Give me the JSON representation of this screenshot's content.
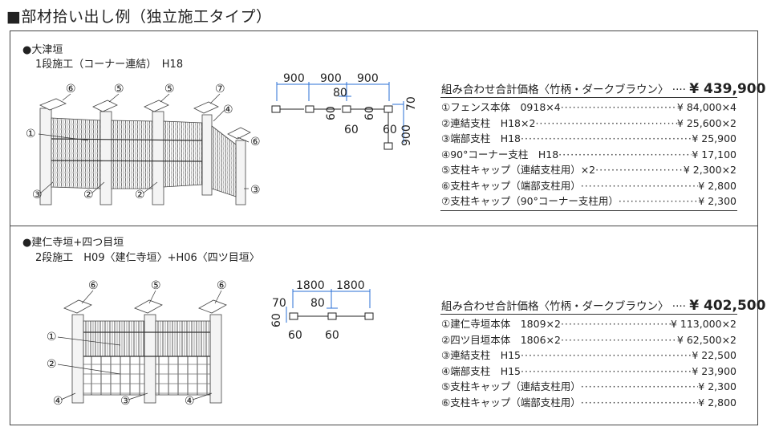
{
  "page": {
    "title": "■部材拾い出し例（独立施工タイプ）"
  },
  "section1": {
    "heading": "●大津垣",
    "subheading": "1段施工（コーナー連結）　H18",
    "callouts": [
      "⑥",
      "⑤",
      "⑤",
      "⑦",
      "④",
      "①",
      "⑥",
      "③",
      "②",
      "②",
      "③"
    ],
    "plan_dims": {
      "top": [
        "900",
        "900",
        "900"
      ],
      "mid": "80",
      "sixty_a": "60",
      "sixty_b": "60",
      "sixty_c": "60",
      "sixty_d": "60",
      "seventy": "70",
      "vert_900": "900"
    },
    "price_label": "組み合わせ合計価格〈竹柄・ダークブラウン〉",
    "price_dots": "····",
    "price_total": "¥ 439,900",
    "items": [
      {
        "name": "①フェンス本体　0918×4",
        "price": "¥  84,000×4"
      },
      {
        "name": "②連結支柱　H18×2",
        "price": "¥  25,600×2"
      },
      {
        "name": "③端部支柱　H18",
        "price": "¥  25,900"
      },
      {
        "name": "④90°コーナー支柱　H18",
        "price": "¥  17,100"
      },
      {
        "name": "⑤支柱キャップ（連結支柱用）×2",
        "price": "¥   2,300×2"
      },
      {
        "name": "⑥支柱キャップ（端部支柱用）",
        "price": "¥   2,800"
      },
      {
        "name": "⑦支柱キャップ（90°コーナー支柱用）",
        "price": "¥   2,300"
      }
    ]
  },
  "section2": {
    "heading": "●建仁寺垣+四つ目垣",
    "subheading": "2段施工　H09〈建仁寺垣〉+H06〈四ツ目垣〉",
    "callouts": [
      "⑥",
      "⑤",
      "⑥",
      "①",
      "②",
      "④",
      "③",
      "④"
    ],
    "plan_dims": {
      "top": [
        "1800",
        "1800"
      ],
      "seventy": "70",
      "mid": "80",
      "sixty_v": "60",
      "bottom": [
        "60",
        "60"
      ]
    },
    "price_label": "組み合わせ合計価格〈竹柄・ダークブラウン〉",
    "price_dots": "····",
    "price_total": "¥ 402,500",
    "items": [
      {
        "name": "①建仁寺垣本体　1809×2",
        "price": "¥ 113,000×2"
      },
      {
        "name": "②四ツ目垣本体　1806×2",
        "price": "¥  62,500×2"
      },
      {
        "name": "③連結支柱　H15",
        "price": "¥  22,500"
      },
      {
        "name": "④端部支柱　H15",
        "price": "¥  23,900"
      },
      {
        "name": "⑤支柱キャップ（連結支柱用）",
        "price": "¥   2,300"
      },
      {
        "name": "⑥支柱キャップ（端部支柱用）",
        "price": "¥   2,800"
      }
    ]
  }
}
